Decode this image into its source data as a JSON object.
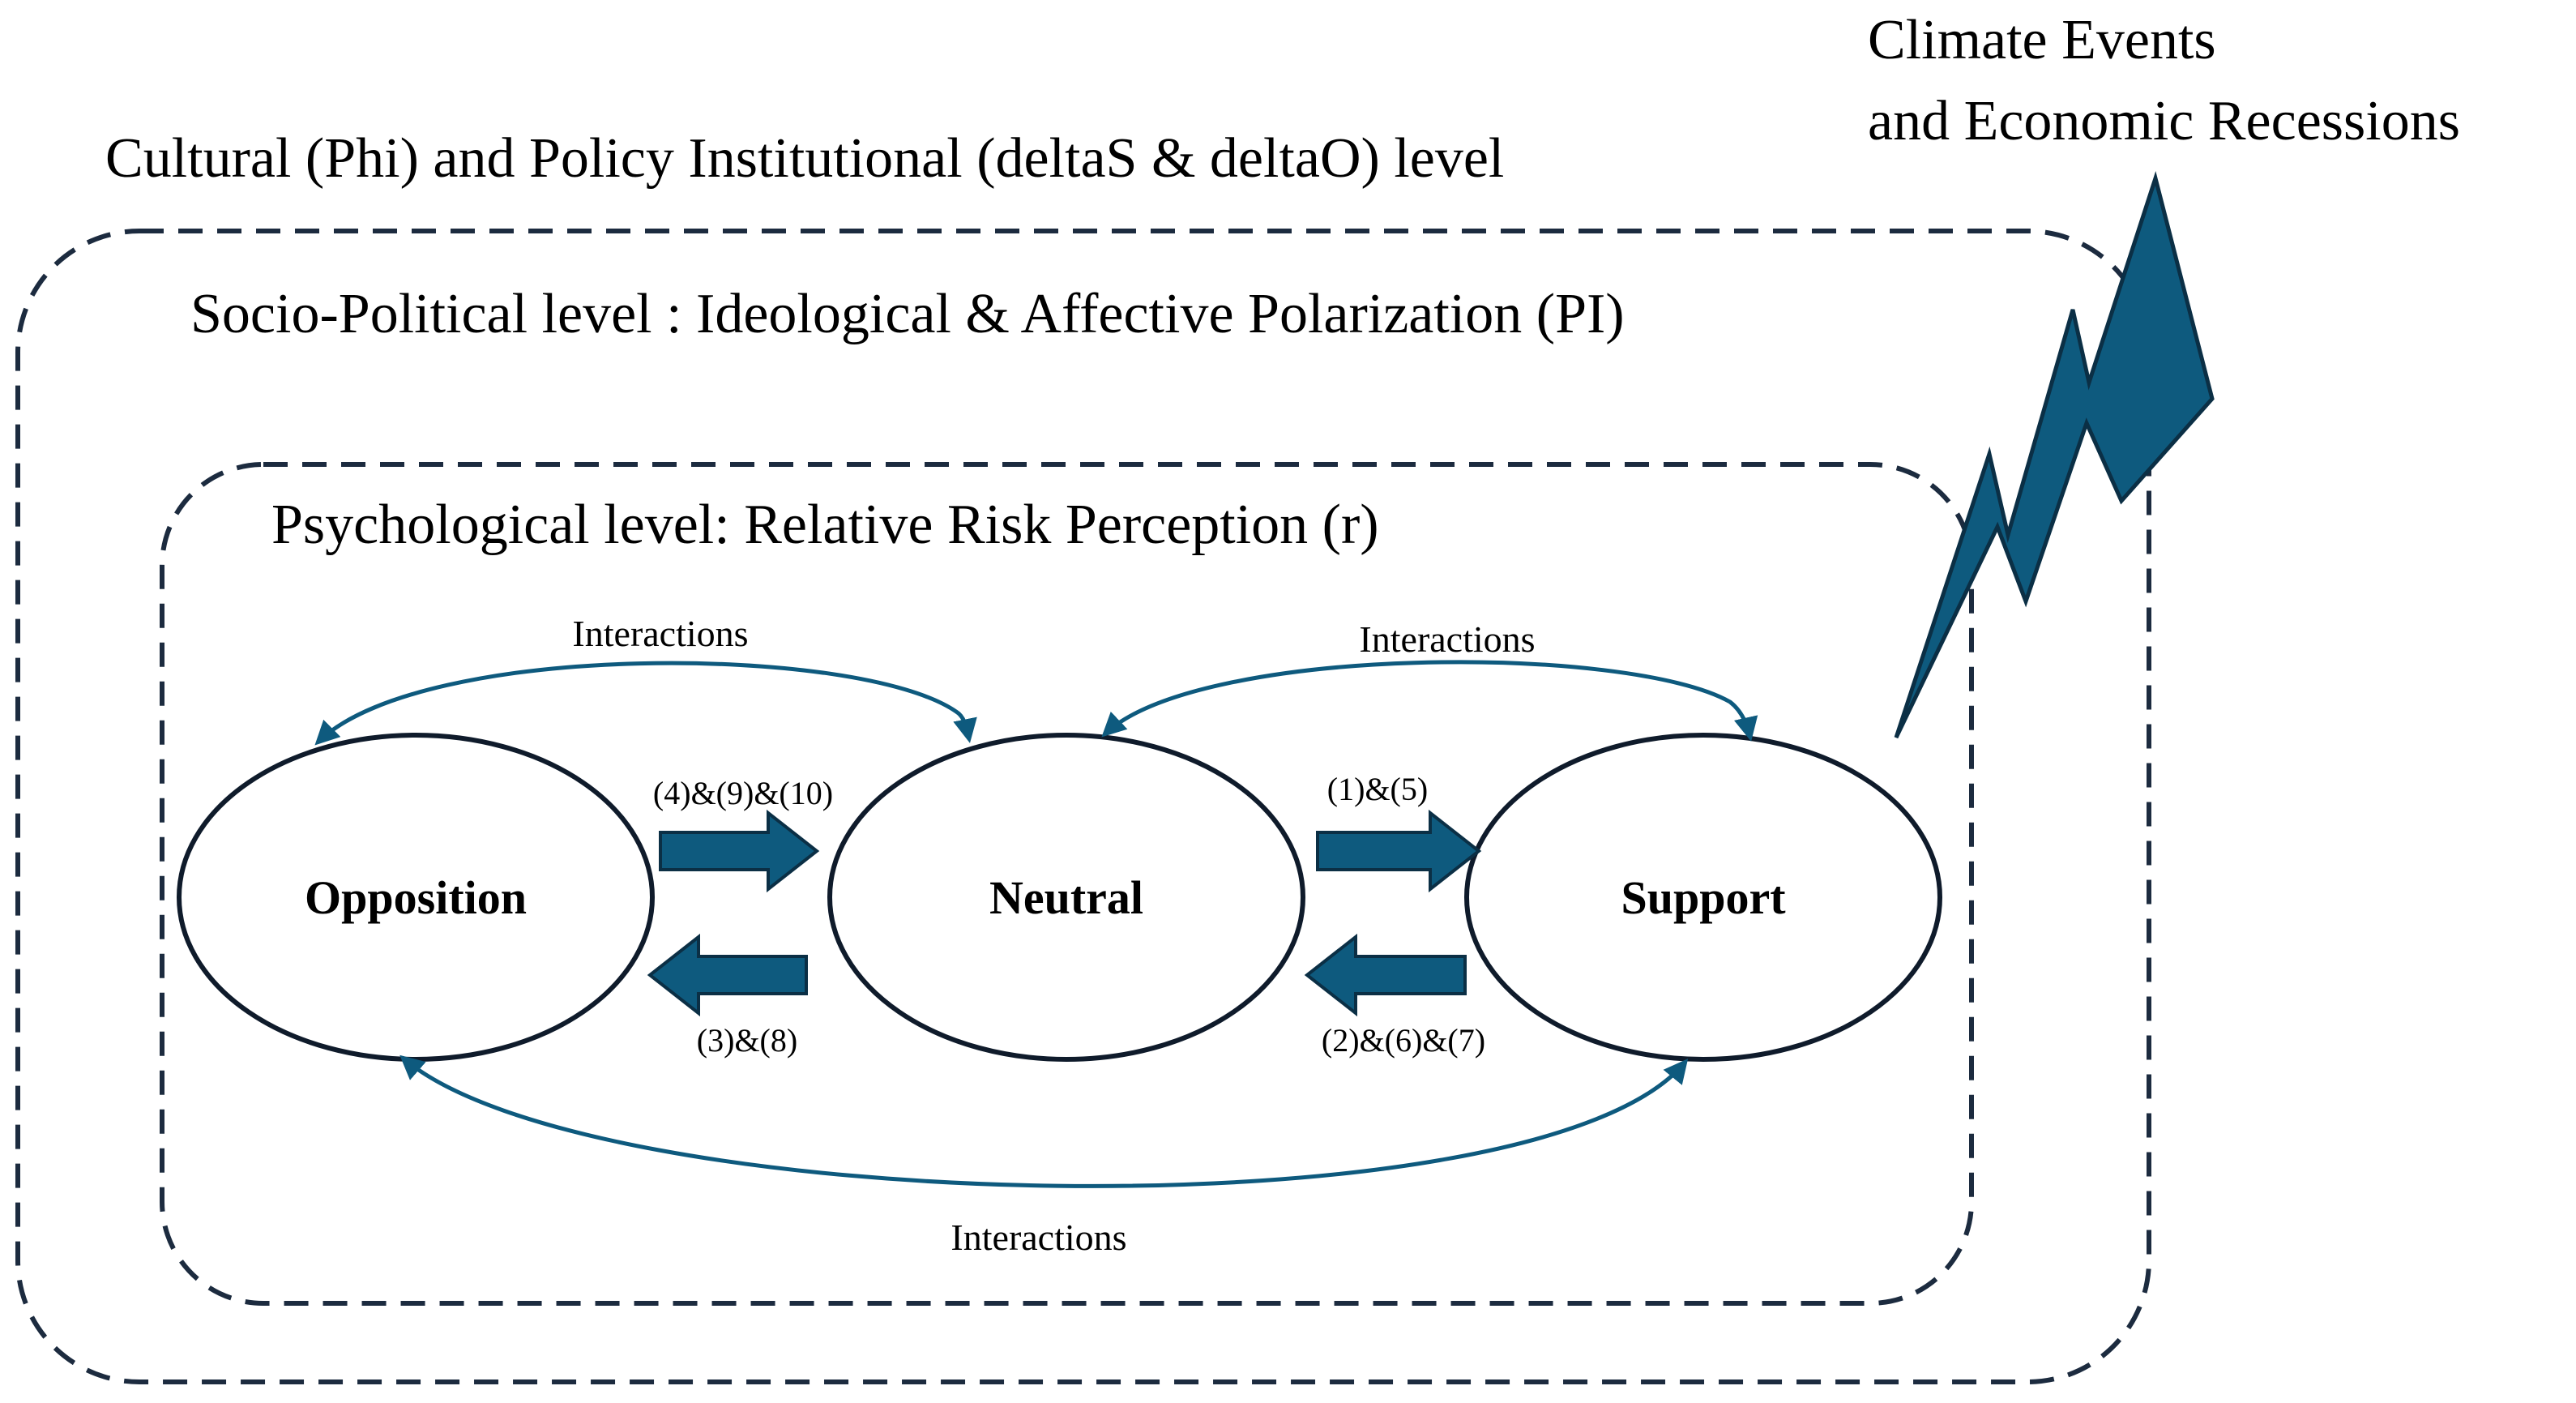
{
  "levels": {
    "cultural": "Cultural (Phi) and Policy Institutional (deltaS & deltaO)  level",
    "socio_political": "Socio-Political level : Ideological & Affective Polarization (PI)",
    "psychological": "Psychological level: Relative Risk Perception (r)"
  },
  "external_shock": {
    "line1": "Climate Events",
    "line2": "and Economic Recessions",
    "icon": "lightning-bolt-icon"
  },
  "nodes": {
    "opposition": "Opposition",
    "neutral": "Neutral",
    "support": "Support"
  },
  "transitions": {
    "opposition_to_neutral": "(4)&(9)&(10)",
    "neutral_to_opposition": "(3)&(8)",
    "neutral_to_support": "(1)&(5)",
    "support_to_neutral": "(2)&(6)&(7)"
  },
  "interactions": {
    "opposition_neutral": "Interactions",
    "neutral_support": "Interactions",
    "opposition_support": "Interactions"
  },
  "colors": {
    "accent": "#0e5a7e",
    "dashed_border": "#1c2b3f",
    "node_stroke": "#0f1b2b"
  }
}
